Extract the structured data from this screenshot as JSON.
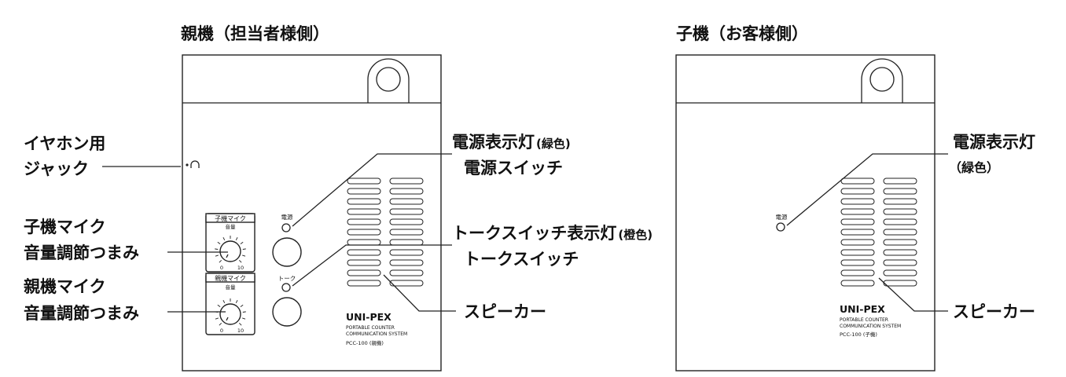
{
  "parent": {
    "title": "親機（担当者様側）",
    "panel": {
      "child_mic_label": "子機マイク",
      "parent_mic_label": "親機マイク",
      "volume_label": "音量",
      "knob_min": "0",
      "knob_max": "10",
      "power_label": "電源",
      "talk_label": "トーク",
      "brand": "UNI-PEX",
      "line1": "PORTABLE  COUNTER",
      "line2": "COMMUNICATION  SYSTEM",
      "model": "PCC-100 (親機)"
    },
    "callouts": {
      "earphone_l1": "イヤホン用",
      "earphone_l2": "ジャック",
      "child_mic_l1": "子機マイク",
      "child_mic_l2": "音量調節つまみ",
      "parent_mic_l1": "親機マイク",
      "parent_mic_l2": "音量調節つまみ",
      "power_lamp": "電源表示灯",
      "power_lamp_color": "(緑色)",
      "power_switch": "電源スイッチ",
      "talk_lamp": "トークスイッチ表示灯",
      "talk_lamp_color": "(橙色)",
      "talk_switch": "トークスイッチ",
      "speaker": "スピーカー"
    }
  },
  "child": {
    "title": "子機（お客様側）",
    "panel": {
      "power_label": "電源",
      "brand": "UNI-PEX",
      "line1": "PORTABLE  COUNTER",
      "line2": "COMMUNICATION  SYSTEM",
      "model": "PCC-100 (子機)"
    },
    "callouts": {
      "power_lamp": "電源表示灯",
      "power_lamp_color": "（緑色）",
      "speaker": "スピーカー"
    }
  }
}
